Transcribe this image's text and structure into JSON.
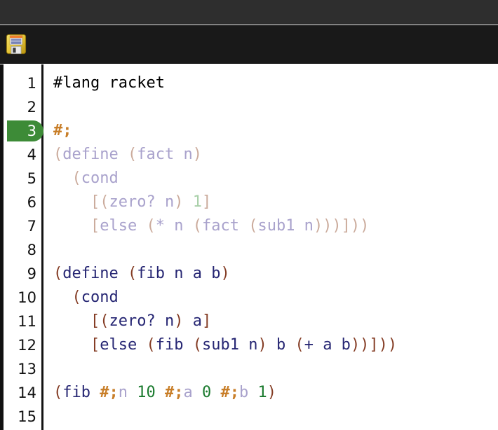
{
  "window": {
    "titlebar_color": "#2e2e2e",
    "toolbar_color": "#191919"
  },
  "toolbar": {
    "items": [
      {
        "name": "save-button",
        "icon": "floppy-disk-save-icon",
        "label": ""
      }
    ]
  },
  "editor": {
    "language": "racket",
    "current_line": 3,
    "current_line_marker_color": "#3d8b37",
    "background": "#ffffff",
    "gutter_text_color": "#111111",
    "colors": {
      "plain": "#000000",
      "paren": "#843c24",
      "identifier": "#262673",
      "number": "#1a7a2e",
      "hash-semi": "#c87e28",
      "faded_paren": "#cbab9c",
      "faded_identifier": "#a9a2cc",
      "faded_number": "#a8cfa8"
    },
    "line_numbers": [
      1,
      2,
      3,
      4,
      5,
      6,
      7,
      8,
      9,
      10,
      11,
      12,
      13,
      14,
      15
    ],
    "lines": [
      {
        "n": 1,
        "text": "#lang racket",
        "tokens": [
          {
            "t": "#lang racket",
            "c": "t-plain"
          }
        ]
      },
      {
        "n": 2,
        "text": "",
        "tokens": []
      },
      {
        "n": 3,
        "text": "#;",
        "tokens": [
          {
            "t": "#;",
            "c": "t-hashsemi"
          }
        ]
      },
      {
        "n": 4,
        "text": "(define (fact n)",
        "tokens": [
          {
            "t": "(",
            "c": "f-paren"
          },
          {
            "t": "define",
            "c": "f-ident"
          },
          {
            "t": " ",
            "c": "f-ident"
          },
          {
            "t": "(",
            "c": "f-paren"
          },
          {
            "t": "fact n",
            "c": "f-ident"
          },
          {
            "t": ")",
            "c": "f-paren"
          }
        ]
      },
      {
        "n": 5,
        "text": "  (cond",
        "tokens": [
          {
            "t": "  ",
            "c": "f-ident"
          },
          {
            "t": "(",
            "c": "f-paren"
          },
          {
            "t": "cond",
            "c": "f-ident"
          }
        ]
      },
      {
        "n": 6,
        "text": "    [(zero? n) 1]",
        "tokens": [
          {
            "t": "    ",
            "c": "f-ident"
          },
          {
            "t": "[(",
            "c": "f-paren"
          },
          {
            "t": "zero? n",
            "c": "f-ident"
          },
          {
            "t": ")",
            "c": "f-paren"
          },
          {
            "t": " ",
            "c": "f-ident"
          },
          {
            "t": "1",
            "c": "f-num"
          },
          {
            "t": "]",
            "c": "f-paren"
          }
        ]
      },
      {
        "n": 7,
        "text": "    [else (* n (fact (sub1 n)))]))",
        "tokens": [
          {
            "t": "    ",
            "c": "f-ident"
          },
          {
            "t": "[",
            "c": "f-paren"
          },
          {
            "t": "else",
            "c": "f-ident"
          },
          {
            "t": " ",
            "c": "f-ident"
          },
          {
            "t": "(",
            "c": "f-paren"
          },
          {
            "t": "* n",
            "c": "f-ident"
          },
          {
            "t": " ",
            "c": "f-ident"
          },
          {
            "t": "(",
            "c": "f-paren"
          },
          {
            "t": "fact",
            "c": "f-ident"
          },
          {
            "t": " ",
            "c": "f-ident"
          },
          {
            "t": "(",
            "c": "f-paren"
          },
          {
            "t": "sub1 n",
            "c": "f-ident"
          },
          {
            "t": ")))]))",
            "c": "f-paren"
          }
        ]
      },
      {
        "n": 8,
        "text": "",
        "tokens": []
      },
      {
        "n": 9,
        "text": "(define (fib n a b)",
        "tokens": [
          {
            "t": "(",
            "c": "t-paren"
          },
          {
            "t": "define",
            "c": "t-ident"
          },
          {
            "t": " ",
            "c": "t-plain"
          },
          {
            "t": "(",
            "c": "t-paren"
          },
          {
            "t": "fib n a b",
            "c": "t-ident"
          },
          {
            "t": ")",
            "c": "t-paren"
          }
        ]
      },
      {
        "n": 10,
        "text": "  (cond",
        "tokens": [
          {
            "t": "  ",
            "c": "t-plain"
          },
          {
            "t": "(",
            "c": "t-paren"
          },
          {
            "t": "cond",
            "c": "t-ident"
          }
        ]
      },
      {
        "n": 11,
        "text": "    [(zero? n) a]",
        "tokens": [
          {
            "t": "    ",
            "c": "t-plain"
          },
          {
            "t": "[(",
            "c": "t-paren"
          },
          {
            "t": "zero? n",
            "c": "t-ident"
          },
          {
            "t": ")",
            "c": "t-paren"
          },
          {
            "t": " ",
            "c": "t-plain"
          },
          {
            "t": "a",
            "c": "t-ident"
          },
          {
            "t": "]",
            "c": "t-paren"
          }
        ]
      },
      {
        "n": 12,
        "text": "    [else (fib (sub1 n) b (+ a b))]))",
        "tokens": [
          {
            "t": "    ",
            "c": "t-plain"
          },
          {
            "t": "[",
            "c": "t-paren"
          },
          {
            "t": "else",
            "c": "t-ident"
          },
          {
            "t": " ",
            "c": "t-plain"
          },
          {
            "t": "(",
            "c": "t-paren"
          },
          {
            "t": "fib",
            "c": "t-ident"
          },
          {
            "t": " ",
            "c": "t-plain"
          },
          {
            "t": "(",
            "c": "t-paren"
          },
          {
            "t": "sub1 n",
            "c": "t-ident"
          },
          {
            "t": ")",
            "c": "t-paren"
          },
          {
            "t": " ",
            "c": "t-plain"
          },
          {
            "t": "b",
            "c": "t-ident"
          },
          {
            "t": " ",
            "c": "t-plain"
          },
          {
            "t": "(",
            "c": "t-paren"
          },
          {
            "t": "+ a b",
            "c": "t-ident"
          },
          {
            "t": "))]))",
            "c": "t-paren"
          }
        ]
      },
      {
        "n": 13,
        "text": "",
        "tokens": []
      },
      {
        "n": 14,
        "text": "(fib #;n 10 #;a 0 #;b 1)",
        "tokens": [
          {
            "t": "(",
            "c": "t-paren"
          },
          {
            "t": "fib",
            "c": "t-ident"
          },
          {
            "t": " ",
            "c": "t-plain"
          },
          {
            "t": "#;",
            "c": "t-hashsemi"
          },
          {
            "t": "n",
            "c": "f-ident"
          },
          {
            "t": " ",
            "c": "t-plain"
          },
          {
            "t": "10",
            "c": "t-num"
          },
          {
            "t": " ",
            "c": "t-plain"
          },
          {
            "t": "#;",
            "c": "t-hashsemi"
          },
          {
            "t": "a",
            "c": "f-ident"
          },
          {
            "t": " ",
            "c": "t-plain"
          },
          {
            "t": "0",
            "c": "t-num"
          },
          {
            "t": " ",
            "c": "t-plain"
          },
          {
            "t": "#;",
            "c": "t-hashsemi"
          },
          {
            "t": "b",
            "c": "f-ident"
          },
          {
            "t": " ",
            "c": "t-plain"
          },
          {
            "t": "1",
            "c": "t-num"
          },
          {
            "t": ")",
            "c": "t-paren"
          }
        ]
      },
      {
        "n": 15,
        "text": "",
        "tokens": []
      }
    ]
  }
}
